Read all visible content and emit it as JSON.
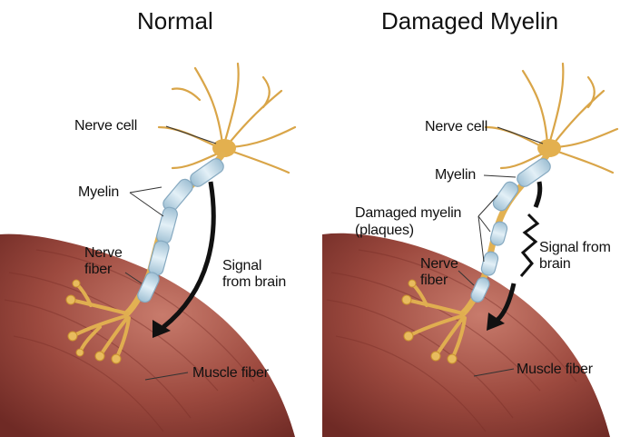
{
  "panels": {
    "normal": {
      "title": "Normal",
      "labels": {
        "nerve_cell": "Nerve cell",
        "myelin": "Myelin",
        "nerve_fiber_line1": "Nerve",
        "nerve_fiber_line2": "fiber",
        "signal_line1": "Signal",
        "signal_line2": "from brain",
        "muscle_fiber": "Muscle fiber"
      }
    },
    "damaged": {
      "title": "Damaged Myelin",
      "labels": {
        "nerve_cell": "Nerve cell",
        "myelin": "Myelin",
        "damaged_myelin_line1": "Damaged myelin",
        "damaged_myelin_line2": "(plaques)",
        "signal_line1": "Signal from",
        "signal_line2": "brain",
        "nerve_fiber_line1": "Nerve",
        "nerve_fiber_line2": "fiber",
        "muscle_fiber": "Muscle fiber"
      }
    }
  },
  "colors": {
    "muscle": "#8e3b32",
    "muscle_light": "#c06a5c",
    "nerve": "#e7b85a",
    "nerve_dark": "#c9922f",
    "myelin": "#bcd6e6",
    "myelin_edge": "#86a9c0",
    "arrow": "#111111"
  }
}
